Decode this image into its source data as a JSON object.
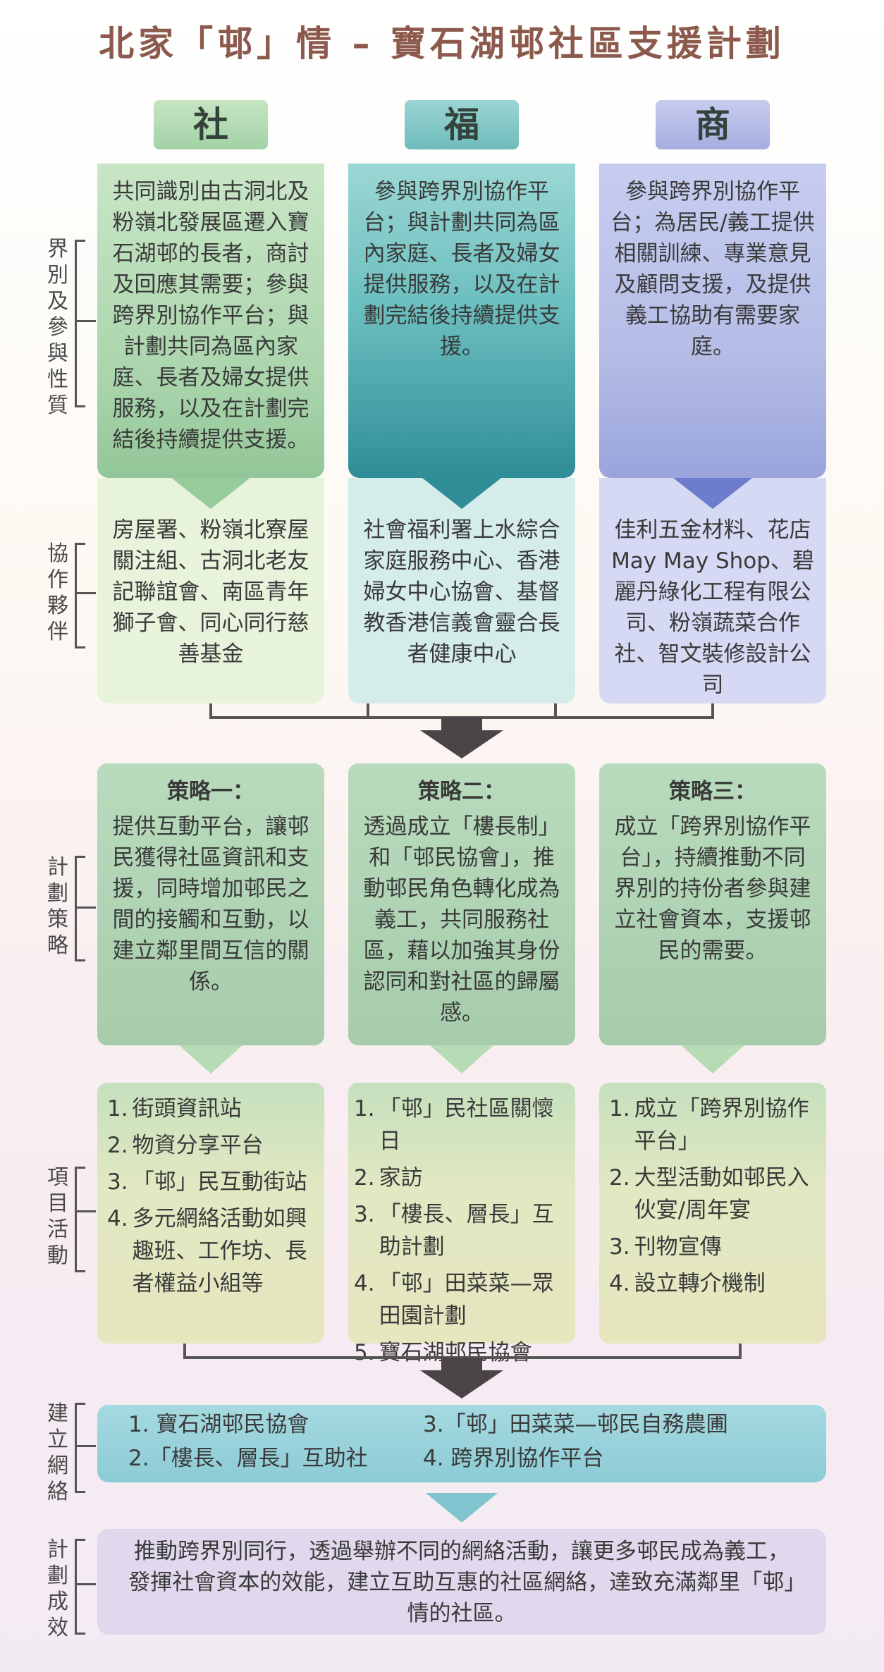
{
  "title": "北家「邨」情 – 寶石湖邨社區支援計劃",
  "headers": [
    "社",
    "福",
    "商"
  ],
  "side_labels": {
    "nature": "界別及參與性質",
    "partners": "協作夥伴",
    "strategy": "計劃策略",
    "activities": "項目活動",
    "network": "建立網絡",
    "outcome": "計劃成效"
  },
  "nature": [
    "共同識別由古洞北及粉嶺北發展區遷入寶石湖邨的長者，商討及回應其需要；參與跨界別協作平台；與計劃共同為區內家庭、長者及婦女提供服務，以及在計劃完結後持續提供支援。",
    "參與跨界別協作平台；與計劃共同為區內家庭、長者及婦女提供服務，以及在計劃完結後持續提供支援。",
    "參與跨界別協作平台；為居民/義工提供相關訓練、專業意見及顧問支援，及提供義工協助有需要家庭。"
  ],
  "partners": [
    "房屋署、粉嶺北寮屋關注組、古洞北老友記聯誼會、南區青年獅子會、同心同行慈善基金",
    "社會福利署上水綜合家庭服務中心、香港婦女中心協會、基督教香港信義會靈合長者健康中心",
    "佳利五金材料、花店May May Shop、碧麗丹綠化工程有限公司、粉嶺蔬菜合作社、智文裝修設計公司"
  ],
  "strategies": [
    {
      "heading": "策略一：",
      "text": "提供互動平台，讓邨民獲得社區資訊和支援，同時增加邨民之間的接觸和互動，以建立鄰里間互信的關係。"
    },
    {
      "heading": "策略二：",
      "text": "透過成立「樓長制」和「邨民協會」，推動邨民角色轉化成為義工，共同服務社區，藉以加強其身份認同和對社區的歸屬感。"
    },
    {
      "heading": "策略三：",
      "text": "成立「跨界別協作平台」，持續推動不同界別的持份者參與建立社會資本，支援邨民的需要。"
    }
  ],
  "activities": [
    [
      {
        "n": "1.",
        "t": "街頭資訊站"
      },
      {
        "n": "2.",
        "t": "物資分享平台"
      },
      {
        "n": "3.",
        "t": "「邨」民互動街站"
      },
      {
        "n": "4.",
        "t": "多元網絡活動如興趣班、工作坊、長者權益小組等"
      }
    ],
    [
      {
        "n": "1.",
        "t": "「邨」民社區關懷日"
      },
      {
        "n": "2.",
        "t": "家訪"
      },
      {
        "n": "3.",
        "t": "「樓長、層長」互助計劃"
      },
      {
        "n": "4.",
        "t": "「邨」田菜菜—眾田園計劃"
      },
      {
        "n": "5.",
        "t": "寶石湖邨民協會"
      }
    ],
    [
      {
        "n": "1.",
        "t": "成立「跨界別協作平台」"
      },
      {
        "n": "2.",
        "t": "大型活動如邨民入伙宴/周年宴"
      },
      {
        "n": "3.",
        "t": "刊物宣傳"
      },
      {
        "n": "4.",
        "t": "設立轉介機制"
      }
    ]
  ],
  "network": [
    "1. 寶石湖邨民協會",
    "2.「樓長、層長」互助社",
    "3.「邨」田菜菜—邨民自務農圃",
    "4. 跨界別協作平台"
  ],
  "outcome": "推動跨界別同行，透過舉辦不同的網絡活動，讓更多邨民成為義工，發揮社會資本的效能，建立互助互惠的社區網絡，達致充滿鄰里「邨」情的社區。",
  "colors": {
    "green": "#a9d3ad",
    "teal": "#7fc4c3",
    "lavender": "#b5bde6",
    "title": "#8c5a4c",
    "arrow_dark": "#4a4446"
  }
}
